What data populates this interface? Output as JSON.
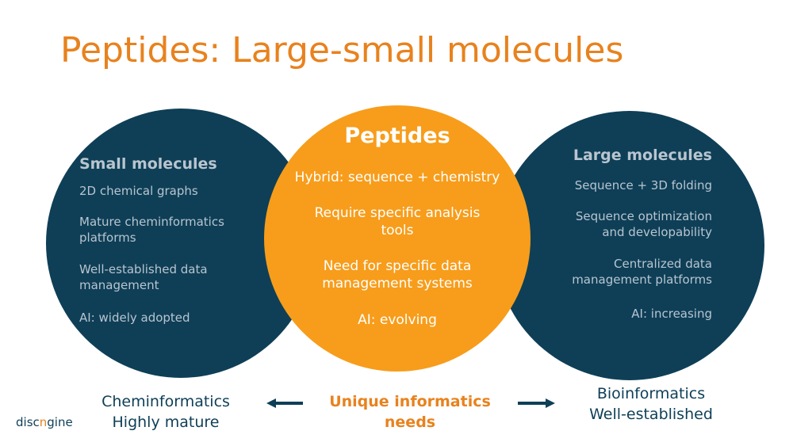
{
  "title": "Peptides: Large-small molecules",
  "colors": {
    "accent": "#e8821e",
    "navy": "#0e3f57",
    "center": "#f79d1b",
    "muted_text": "#b9c5cf"
  },
  "left": {
    "heading": "Small molecules",
    "items": [
      "2D chemical graphs",
      [
        "Mature cheminformatics",
        "platforms"
      ],
      [
        "Well-established data",
        "management"
      ],
      "AI: widely adopted"
    ]
  },
  "center": {
    "heading": "Peptides",
    "items": [
      "Hybrid: sequence + chemistry",
      [
        "Require specific analysis",
        "tools"
      ],
      [
        "Need for specific data",
        "management systems"
      ],
      "AI: evolving"
    ]
  },
  "right": {
    "heading": "Large molecules",
    "items": [
      "Sequence + 3D folding",
      [
        "Sequence optimization",
        "and developability"
      ],
      [
        "Centralized data",
        "management platforms"
      ],
      "AI: increasing"
    ]
  },
  "bottom": {
    "left": [
      "Cheminformatics",
      "Highly mature"
    ],
    "center": [
      "Unique informatics",
      "needs"
    ],
    "right": [
      "Bioinformatics",
      "Well-established"
    ]
  },
  "logo": {
    "part1": "disc",
    "part2": "n",
    "part3": "gine"
  }
}
